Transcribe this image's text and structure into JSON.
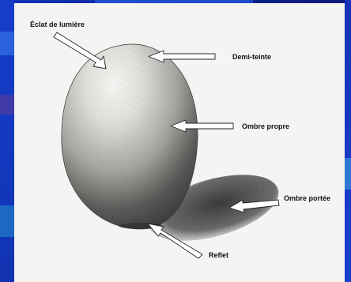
{
  "diagram": {
    "labels": {
      "highlight": "Éclat de lumière",
      "halftone": "Demi-teinte",
      "core_shadow": "Ombre propre",
      "cast_shadow": "Ombre portée",
      "reflected_light": "Reflet"
    }
  },
  "colors": {
    "background_blue": "#0a1a7a",
    "paper": "#f4f4f2",
    "pencil_dark": "#2a2a2a"
  }
}
